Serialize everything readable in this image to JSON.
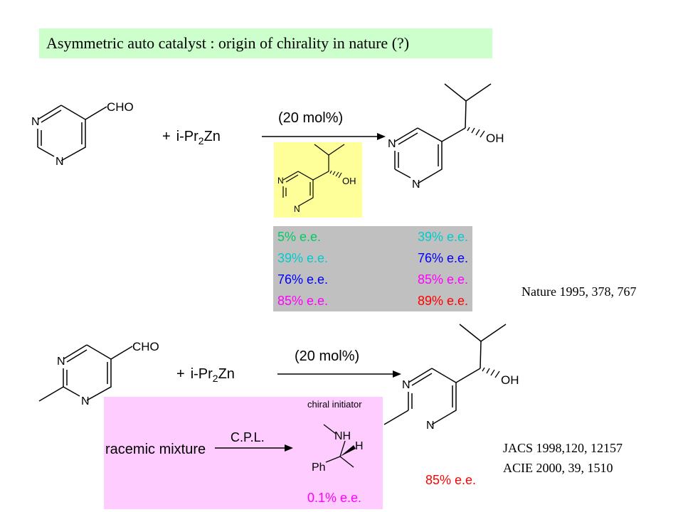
{
  "title": "Asymmetric auto catalyst : origin of chirality in nature (?)",
  "reaction1": {
    "aldehyde_label": "CHO",
    "ring_n_top": "N",
    "ring_n_bottom": "N",
    "reagent_plus": "+",
    "reagent_prefix": "i-Pr",
    "reagent_sub": "2",
    "reagent_suffix": "Zn",
    "arrow_label": "(20 mol%)",
    "product_oh": "OH",
    "catalyst_oh": "OH"
  },
  "ee_table": {
    "rows": [
      {
        "left": "5% e.e.",
        "right": "39% e.e.",
        "left_color": "#00cc66",
        "right_color": "#00cccc"
      },
      {
        "left": "39% e.e.",
        "right": "76% e.e.",
        "left_color": "#00cccc",
        "right_color": "#0000ff"
      },
      {
        "left": "76% e.e.",
        "right": "85% e.e.",
        "left_color": "#0000ff",
        "right_color": "#ff00ff"
      },
      {
        "left": "85% e.e.",
        "right": "89% e.e.",
        "left_color": "#ff00ff",
        "right_color": "#ff0000"
      }
    ]
  },
  "ref1": "Nature 1995, 378, 767",
  "reaction2": {
    "aldehyde_label": "CHO",
    "reagent_plus": "+",
    "reagent_prefix": "i-Pr",
    "reagent_sub": "2",
    "reagent_suffix": "Zn",
    "arrow_label": "(20 mol%)",
    "product_oh": "OH",
    "product_ee": "85% e.e.",
    "product_ee_color": "#ff0000"
  },
  "initiator": {
    "header": "chiral initiator",
    "start": "racemic mixture",
    "arrow_label": "C.P.L.",
    "nh": "NH",
    "h": "H",
    "ph": "Ph",
    "ee": "0.1% e.e.",
    "ee_color": "#ff00ff"
  },
  "ref2": [
    "JACS 1998,120, 12157",
    "ACIE 2000, 39, 1510"
  ]
}
